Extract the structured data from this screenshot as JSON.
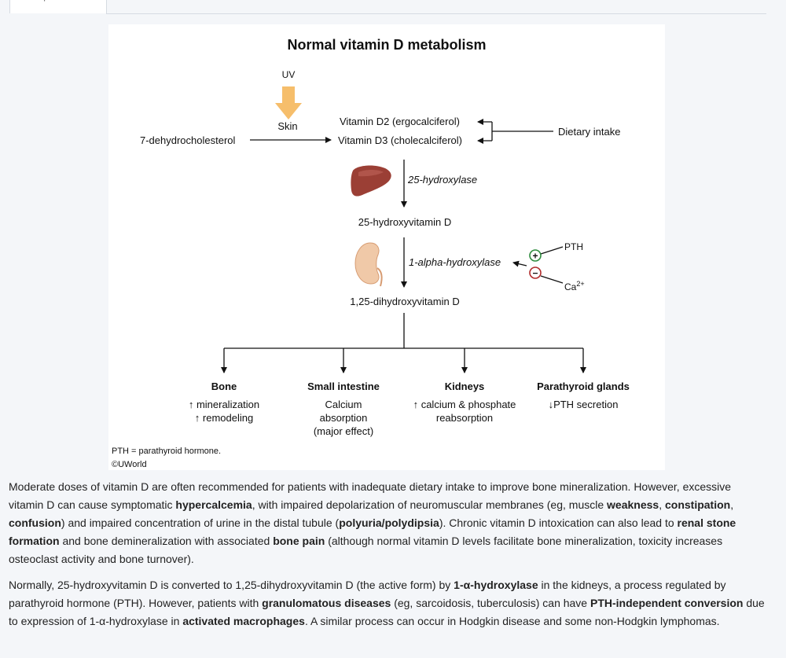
{
  "tab": {
    "label": "Explanation"
  },
  "figure": {
    "title": "Normal vitamin D metabolism",
    "uv": "UV",
    "skin": "Skin",
    "precursor": "7-dehydrocholesterol",
    "vitamin_d2": "Vitamin D2 (ergocalciferol)",
    "vitamin_d3": "Vitamin D3 (cholecalciferol)",
    "dietary_intake": "Dietary intake",
    "enzyme1": "25-hydroxylase",
    "product1": "25-hydroxyvitamin D",
    "enzyme2": "1-alpha-hydroxylase",
    "pth": "PTH",
    "plus": "+",
    "minus": "−",
    "ca_base": "Ca",
    "ca_sup": "2+",
    "product2": "1,25-dihydroxyvitamin D",
    "targets": [
      {
        "title": "Bone",
        "lines": [
          "↑ mineralization",
          "↑ remodeling"
        ]
      },
      {
        "title": "Small intestine",
        "lines": [
          "Calcium",
          "absorption",
          "(major effect)"
        ]
      },
      {
        "title": "Kidneys",
        "lines": [
          "↑ calcium & phosphate",
          "reabsorption"
        ]
      },
      {
        "title": "Parathyroid glands",
        "lines": [
          "↓PTH secretion"
        ]
      }
    ],
    "footnote": "PTH = parathyroid hormone.",
    "copyright": "©UWorld",
    "colors": {
      "arrow_uv": "#f6be6b",
      "liver": "#9b3f35",
      "kidney": "#f0c9a8",
      "plus": "#2e8b3e",
      "minus": "#b02a2a"
    }
  },
  "paragraph1": [
    {
      "t": "Moderate doses of vitamin D are often recommended for patients with inadequate dietary intake to improve bone mineralization.  However, excessive vitamin D can cause symptomatic ",
      "b": false
    },
    {
      "t": "hypercalcemia",
      "b": true
    },
    {
      "t": ", with impaired depolarization of neuromuscular membranes (eg, muscle ",
      "b": false
    },
    {
      "t": "weakness",
      "b": true
    },
    {
      "t": ", ",
      "b": false
    },
    {
      "t": "constipation",
      "b": true
    },
    {
      "t": ", ",
      "b": false
    },
    {
      "t": "confusion",
      "b": true
    },
    {
      "t": ") and impaired concentration of urine in the distal tubule (",
      "b": false
    },
    {
      "t": "polyuria/polydipsia",
      "b": true
    },
    {
      "t": ").  Chronic vitamin D intoxication can also lead to ",
      "b": false
    },
    {
      "t": "renal stone formation",
      "b": true
    },
    {
      "t": " and bone demineralization with associated ",
      "b": false
    },
    {
      "t": "bone pain",
      "b": true
    },
    {
      "t": " (although normal vitamin D levels facilitate bone mineralization, toxicity increases osteoclast activity and bone turnover).",
      "b": false
    }
  ],
  "paragraph2": [
    {
      "t": "Normally, 25-hydroxyvitamin D is converted to 1,25-dihydroxyvitamin D (the active form) by ",
      "b": false
    },
    {
      "t": "1-α-hydroxylase",
      "b": true
    },
    {
      "t": " in the kidneys, a process regulated by parathyroid hormone (PTH).  However, patients with ",
      "b": false
    },
    {
      "t": "granulomatous diseases",
      "b": true
    },
    {
      "t": " (eg, sarcoidosis, tuberculosis) can have ",
      "b": false
    },
    {
      "t": "PTH-independent conversion",
      "b": true
    },
    {
      "t": " due to expression of 1-α-hydroxylase in ",
      "b": false
    },
    {
      "t": "activated macrophages",
      "b": true
    },
    {
      "t": ".  A similar process can occur in Hodgkin disease and some non-Hodgkin lymphomas.",
      "b": false
    }
  ]
}
